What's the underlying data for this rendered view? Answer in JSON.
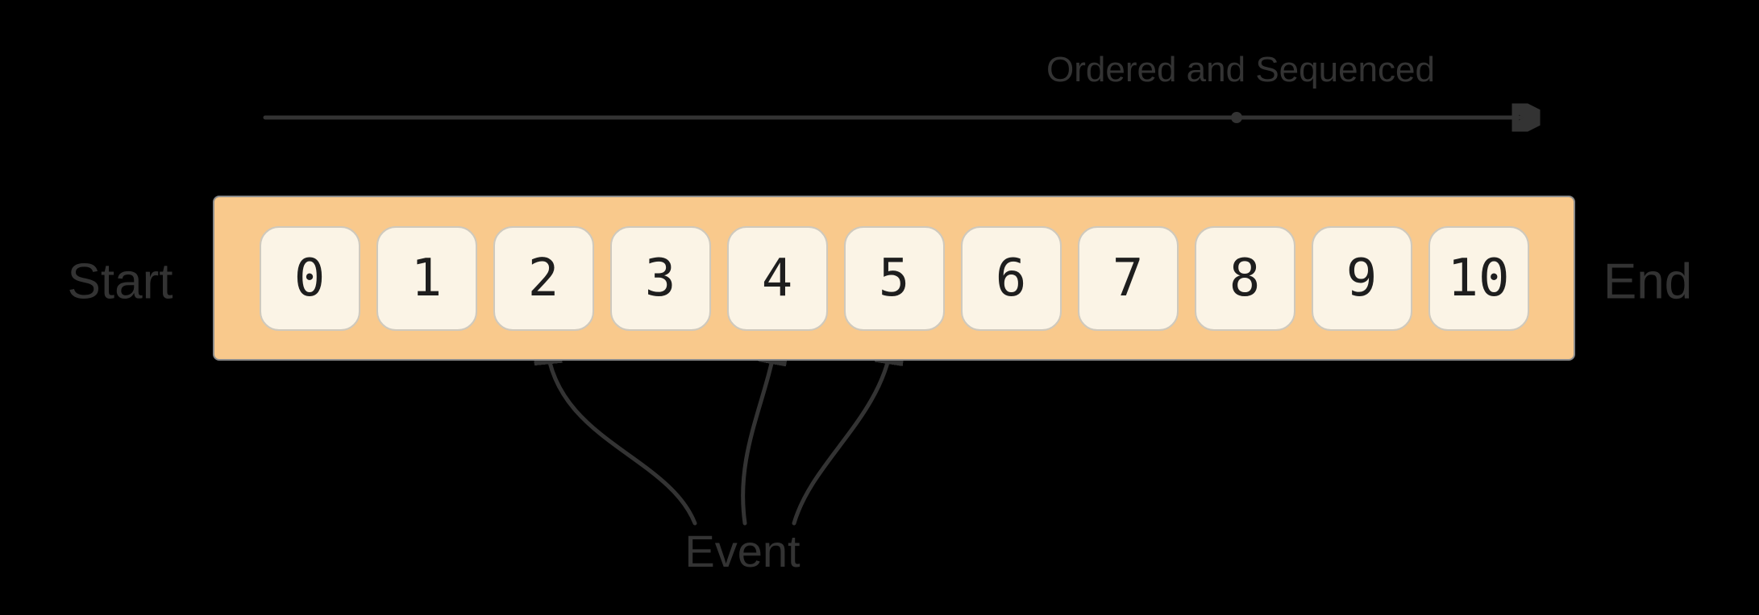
{
  "sequence_axis": {
    "label": "Ordered and Sequenced"
  },
  "timeline": {
    "start_label": "Start",
    "end_label": "End",
    "cells": [
      "0",
      "1",
      "2",
      "3",
      "4",
      "5",
      "6",
      "7",
      "8",
      "9",
      "10"
    ]
  },
  "event": {
    "label": "Event",
    "target_cells": [
      "2",
      "4",
      "5"
    ]
  },
  "colors": {
    "background": "#000000",
    "stroke": "#333333",
    "container_fill": "#f9c98c",
    "container_border": "#8c8c8c",
    "cell_fill": "#fbf4e6",
    "cell_border": "#cfc9bd",
    "number_color": "#1e1e1e"
  }
}
